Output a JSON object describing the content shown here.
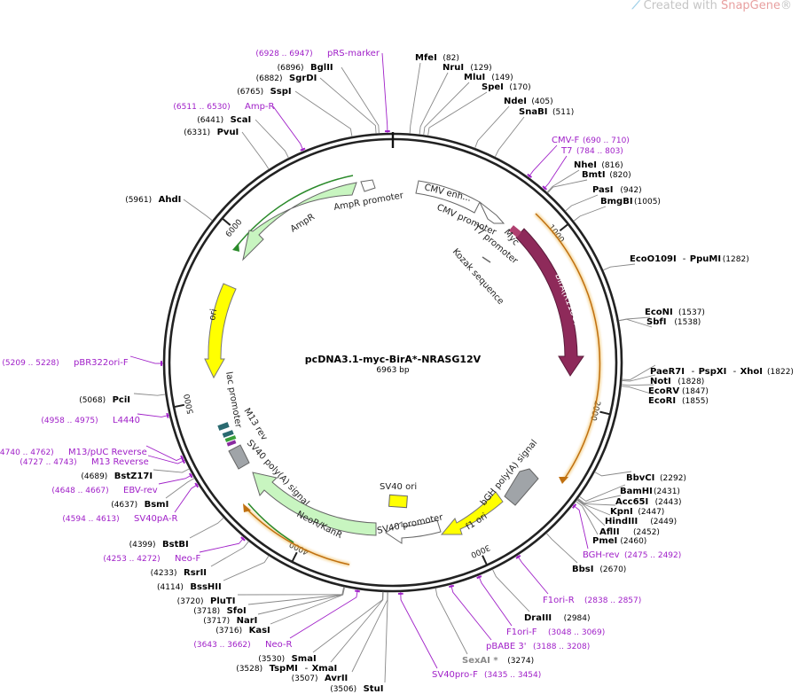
{
  "watermark": {
    "prefix": "Created with ",
    "brand": "SnapGene",
    "suffix": "®"
  },
  "plasmid": {
    "name": "pcDNA3.1-myc-BirA*-NRASG12V",
    "length_label": "6963 bp",
    "total_bp": 6963
  },
  "colors": {
    "site": "#000000",
    "primer": "#a020c8",
    "tick": "#888888",
    "birA": "#8e2a5a",
    "ampR": "#c8f5c0",
    "ori": "#ffff00",
    "orf": "#e8a030",
    "gray_feature": "#a0a4a8"
  },
  "scale_marks": [
    {
      "bp": 1000,
      "label": "1000"
    },
    {
      "bp": 2000,
      "label": "2000"
    },
    {
      "bp": 3000,
      "label": "3000"
    },
    {
      "bp": 4000,
      "label": "4000"
    },
    {
      "bp": 5000,
      "label": "5000"
    },
    {
      "bp": 6000,
      "label": "6000"
    }
  ],
  "labels": [
    {
      "id": "pRS",
      "kind": "primer",
      "name": "pRS-marker",
      "pos": "(6928 .. 6947)",
      "bp": 6937
    },
    {
      "id": "BglII",
      "kind": "site",
      "name": "BglII",
      "pos": "(6896)",
      "bp": 6896
    },
    {
      "id": "SgrDI",
      "kind": "site",
      "name": "SgrDI",
      "pos": "(6882)",
      "bp": 6882
    },
    {
      "id": "SspI",
      "kind": "site",
      "name": "SspI",
      "pos": "(6765)",
      "bp": 6765
    },
    {
      "id": "AmpR_p",
      "kind": "primer",
      "name": "Amp-R",
      "pos": "(6511 .. 6530)",
      "bp": 6520
    },
    {
      "id": "ScaI",
      "kind": "site",
      "name": "ScaI",
      "pos": "(6441)",
      "bp": 6441
    },
    {
      "id": "PvuI",
      "kind": "site",
      "name": "PvuI",
      "pos": "(6331)",
      "bp": 6331
    },
    {
      "id": "AhdI",
      "kind": "site",
      "name": "AhdI",
      "pos": "(5961)",
      "bp": 5961
    },
    {
      "id": "pBR",
      "kind": "primer",
      "name": "pBR322ori-F",
      "pos": "(5209 .. 5228)",
      "bp": 5218
    },
    {
      "id": "PciI",
      "kind": "site",
      "name": "PciI",
      "pos": "(5068)",
      "bp": 5068
    },
    {
      "id": "L4440",
      "kind": "primer",
      "name": "L4440",
      "pos": "(4958 .. 4975)",
      "bp": 4966
    },
    {
      "id": "M13pUC",
      "kind": "primer",
      "name": "M13/pUC Reverse",
      "pos": "(4740 .. 4762)",
      "bp": 4751
    },
    {
      "id": "M13Rev",
      "kind": "primer",
      "name": "M13 Reverse",
      "pos": "(4727 .. 4743)",
      "bp": 4735
    },
    {
      "id": "BstZ17I",
      "kind": "site",
      "name": "BstZ17I",
      "pos": "(4689)",
      "bp": 4689
    },
    {
      "id": "EBVrev",
      "kind": "primer",
      "name": "EBV-rev",
      "pos": "(4648 .. 4667)",
      "bp": 4657
    },
    {
      "id": "BsmI",
      "kind": "site",
      "name": "BsmI",
      "pos": "(4637)",
      "bp": 4637
    },
    {
      "id": "SV40pAR",
      "kind": "primer",
      "name": "SV40pA-R",
      "pos": "(4594 .. 4613)",
      "bp": 4603
    },
    {
      "id": "BstBI",
      "kind": "site",
      "name": "BstBI",
      "pos": "(4399)",
      "bp": 4399
    },
    {
      "id": "NeoF",
      "kind": "primer",
      "name": "Neo-F",
      "pos": "(4253 .. 4272)",
      "bp": 4262
    },
    {
      "id": "RsrII",
      "kind": "site",
      "name": "RsrII",
      "pos": "(4233)",
      "bp": 4233
    },
    {
      "id": "BssHII",
      "kind": "site",
      "name": "BssHII",
      "pos": "(4114)",
      "bp": 4114
    },
    {
      "id": "PluTI",
      "kind": "site",
      "name": "PluTI",
      "pos": "(3720)",
      "bp": 3720
    },
    {
      "id": "SfoI",
      "kind": "site",
      "name": "SfoI",
      "pos": "(3718)",
      "bp": 3718
    },
    {
      "id": "NarI",
      "kind": "site",
      "name": "NarI",
      "pos": "(3717)",
      "bp": 3717
    },
    {
      "id": "KasI",
      "kind": "site",
      "name": "KasI",
      "pos": "(3716)",
      "bp": 3716
    },
    {
      "id": "NeoR_p",
      "kind": "primer",
      "name": "Neo-R",
      "pos": "(3643 .. 3662)",
      "bp": 3652
    },
    {
      "id": "SmaI",
      "kind": "site",
      "name": "SmaI",
      "pos": "(3530)",
      "bp": 3530
    },
    {
      "id": "TspMI",
      "kind": "site",
      "name": "TspMI",
      "pos": "(3528)",
      "bp": 3528,
      "extra": "XmaI"
    },
    {
      "id": "AvrII",
      "kind": "site",
      "name": "AvrII",
      "pos": "(3507)",
      "bp": 3507
    },
    {
      "id": "StuI",
      "kind": "site",
      "name": "StuI",
      "pos": "(3506)",
      "bp": 3506
    },
    {
      "id": "SV40proF",
      "kind": "primer",
      "name": "SV40pro-F",
      "pos": "(3435 .. 3454)",
      "bp": 3444
    },
    {
      "id": "SexAI",
      "kind": "gray",
      "name": "SexAI *",
      "pos": "(3274)",
      "bp": 3274
    },
    {
      "id": "pBABE",
      "kind": "primer",
      "name": "pBABE 3'",
      "pos": "(3188 .. 3208)",
      "bp": 3198
    },
    {
      "id": "F1oriF",
      "kind": "primer",
      "name": "F1ori-F",
      "pos": "(3048 .. 3069)",
      "bp": 3058
    },
    {
      "id": "DraIII",
      "kind": "site",
      "name": "DraIII",
      "pos": "(2984)",
      "bp": 2984
    },
    {
      "id": "F1oriR",
      "kind": "primer",
      "name": "F1ori-R",
      "pos": "(2838 .. 2857)",
      "bp": 2847
    },
    {
      "id": "BbsI",
      "kind": "site",
      "name": "BbsI",
      "pos": "(2670)",
      "bp": 2670
    },
    {
      "id": "BGHrev",
      "kind": "primer",
      "name": "BGH-rev",
      "pos": "(2475 .. 2492)",
      "bp": 2483
    },
    {
      "id": "PmeI",
      "kind": "site",
      "name": "PmeI",
      "pos": "(2460)",
      "bp": 2460
    },
    {
      "id": "AflII",
      "kind": "site",
      "name": "AflII",
      "pos": "(2452)",
      "bp": 2452
    },
    {
      "id": "HindIII",
      "kind": "site",
      "name": "HindIII",
      "pos": "(2449)",
      "bp": 2449
    },
    {
      "id": "KpnI",
      "kind": "site",
      "name": "KpnI",
      "pos": "(2447)",
      "bp": 2447
    },
    {
      "id": "Acc65I",
      "kind": "site",
      "name": "Acc65I",
      "pos": "(2443)",
      "bp": 2443
    },
    {
      "id": "BamHI",
      "kind": "site",
      "name": "BamHI",
      "pos": "(2431)",
      "bp": 2431
    },
    {
      "id": "BbvCI",
      "kind": "site",
      "name": "BbvCI",
      "pos": "(2292)",
      "bp": 2292
    },
    {
      "id": "EcoRI",
      "kind": "site",
      "name": "EcoRI",
      "pos": "(1855)",
      "bp": 1855
    },
    {
      "id": "EcoRV",
      "kind": "site",
      "name": "EcoRV",
      "pos": "(1847)",
      "bp": 1847
    },
    {
      "id": "NotI",
      "kind": "site",
      "name": "NotI",
      "pos": "(1828)",
      "bp": 1828
    },
    {
      "id": "PaeR7I",
      "kind": "site",
      "name": "PaeR7I",
      "pos": "(1822)",
      "bp": 1822,
      "extra": "PspXI",
      "extra2": "XhoI"
    },
    {
      "id": "SbfI",
      "kind": "site",
      "name": "SbfI",
      "pos": "(1538)",
      "bp": 1538
    },
    {
      "id": "EcoNI",
      "kind": "site",
      "name": "EcoNI",
      "pos": "(1537)",
      "bp": 1537
    },
    {
      "id": "EcoO109I",
      "kind": "site",
      "name": "EcoO109I",
      "pos": "(1282)",
      "bp": 1282,
      "extra": "PpuMI"
    },
    {
      "id": "BmgBI",
      "kind": "site",
      "name": "BmgBI",
      "pos": "(1005)",
      "bp": 1005
    },
    {
      "id": "PasI",
      "kind": "site",
      "name": "PasI",
      "pos": "(942)",
      "bp": 942
    },
    {
      "id": "BmtI",
      "kind": "site",
      "name": "BmtI",
      "pos": "(820)",
      "bp": 820
    },
    {
      "id": "NheI",
      "kind": "site",
      "name": "NheI",
      "pos": "(816)",
      "bp": 816
    },
    {
      "id": "T7",
      "kind": "primer",
      "name": "T7",
      "pos": "(784 .. 803)",
      "bp": 793
    },
    {
      "id": "CMVF",
      "kind": "primer",
      "name": "CMV-F",
      "pos": "(690 .. 710)",
      "bp": 700
    },
    {
      "id": "SnaBI",
      "kind": "site",
      "name": "SnaBI",
      "pos": "(511)",
      "bp": 511
    },
    {
      "id": "NdeI",
      "kind": "site",
      "name": "NdeI",
      "pos": "(405)",
      "bp": 405
    },
    {
      "id": "SpeI",
      "kind": "site",
      "name": "SpeI",
      "pos": "(170)",
      "bp": 170
    },
    {
      "id": "MluI",
      "kind": "site",
      "name": "MluI",
      "pos": "(149)",
      "bp": 149
    },
    {
      "id": "NruI",
      "kind": "site",
      "name": "NruI",
      "pos": "(129)",
      "bp": 129
    },
    {
      "id": "MfeI",
      "kind": "site",
      "name": "MfeI",
      "pos": "(82)",
      "bp": 82
    }
  ],
  "features": [
    {
      "id": "birA",
      "label": "BirA(R118G)"
    },
    {
      "id": "ampR",
      "label": "AmpR"
    },
    {
      "id": "ampRprom",
      "label": "AmpR promoter"
    },
    {
      "id": "cmvEnh",
      "label": "CMV enh..."
    },
    {
      "id": "cmvProm",
      "label": "CMV promoter"
    },
    {
      "id": "t7prom",
      "label": "T7 promoter"
    },
    {
      "id": "myc",
      "label": "Myc"
    },
    {
      "id": "kozak",
      "label": "Kozak sequence"
    },
    {
      "id": "ori",
      "label": "ori"
    },
    {
      "id": "lacProm",
      "label": "lac promoter"
    },
    {
      "id": "m13rev",
      "label": "M13 rev"
    },
    {
      "id": "sv40pA",
      "label": "SV40 poly(A) signal"
    },
    {
      "id": "neoR",
      "label": "NeoR/KanR"
    },
    {
      "id": "sv40ori",
      "label": "SV40 ori"
    },
    {
      "id": "sv40prom",
      "label": "SV40 promoter"
    },
    {
      "id": "f1ori",
      "label": "f1 ori"
    },
    {
      "id": "bghPA",
      "label": "bGH poly(A) signal"
    }
  ]
}
